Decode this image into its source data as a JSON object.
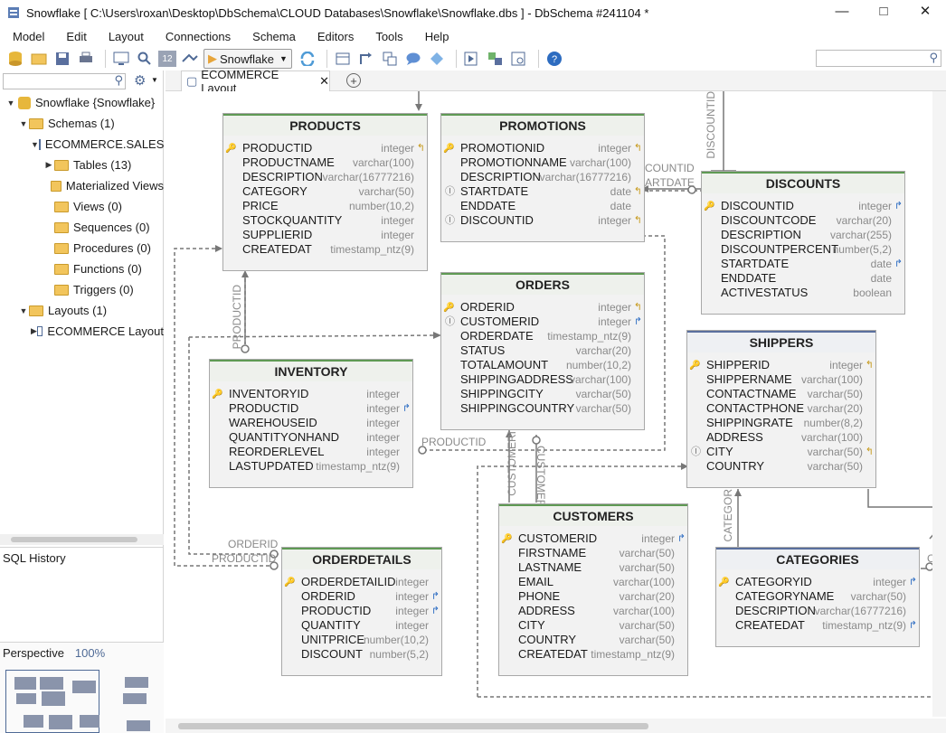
{
  "window": {
    "title": "Snowflake [ C:\\Users\\roxan\\Desktop\\DbSchema\\CLOUD Databases\\Snowflake\\Snowflake.dbs ] - DbSchema #241104 *"
  },
  "menu": [
    "Model",
    "Edit",
    "Layout",
    "Connections",
    "Schema",
    "Editors",
    "Tools",
    "Help"
  ],
  "toolbar": {
    "db_select": "Snowflake",
    "zoom_badge": "12"
  },
  "tree": [
    {
      "label": "Snowflake {Snowflake}",
      "indent": 0,
      "arrow": "▼",
      "icon": "db-icon"
    },
    {
      "label": "Schemas (1)",
      "indent": 1,
      "arrow": "▼",
      "icon": "folder-icon"
    },
    {
      "label": "ECOMMERCE.SALES",
      "indent": 2,
      "arrow": "▼",
      "icon": "schema-icon"
    },
    {
      "label": "Tables (13)",
      "indent": 3,
      "arrow": "▶",
      "icon": "folder-icon"
    },
    {
      "label": "Materialized Views",
      "indent": 3,
      "arrow": "",
      "icon": "folder-icon"
    },
    {
      "label": "Views (0)",
      "indent": 3,
      "arrow": "",
      "icon": "folder-icon"
    },
    {
      "label": "Sequences (0)",
      "indent": 3,
      "arrow": "",
      "icon": "folder-icon"
    },
    {
      "label": "Procedures (0)",
      "indent": 3,
      "arrow": "",
      "icon": "folder-icon"
    },
    {
      "label": "Functions (0)",
      "indent": 3,
      "arrow": "",
      "icon": "folder-icon"
    },
    {
      "label": "Triggers (0)",
      "indent": 3,
      "arrow": "",
      "icon": "folder-icon"
    },
    {
      "label": "Layouts (1)",
      "indent": 1,
      "arrow": "▼",
      "icon": "folder-icon"
    },
    {
      "label": "ECOMMERCE Layout",
      "indent": 2,
      "arrow": "▶",
      "icon": "layout-icon"
    }
  ],
  "panels": {
    "sql_history": "SQL History",
    "perspective": "Perspective",
    "perspective_zoom": "100%"
  },
  "tab": {
    "label": "ECOMMERCE Layout"
  },
  "relations": {
    "discountid_v": "DISCOUNTID",
    "countid": "COUNTID",
    "artdate": "ARTDATE",
    "productid_v": "PRODUCTID",
    "productid_h": "PRODUCTID",
    "orderid": "ORDERID",
    "productid_od": "PRODUCTID",
    "customeri_v": "CUSTOMERI",
    "customerid_v": "CUSTOMERI",
    "categor_v": "CATEGOR",
    "c_label": "C"
  },
  "entities": {
    "products": {
      "name": "PRODUCTS",
      "cols": [
        {
          "n": "PRODUCTID",
          "t": "integer",
          "key": true,
          "pkarrow": true
        },
        {
          "n": "PRODUCTNAME",
          "t": "varchar(100)"
        },
        {
          "n": "DESCRIPTION",
          "t": "varchar(16777216)"
        },
        {
          "n": "CATEGORY",
          "t": "varchar(50)"
        },
        {
          "n": "PRICE",
          "t": "number(10,2)"
        },
        {
          "n": "STOCKQUANTITY",
          "t": "integer"
        },
        {
          "n": "SUPPLIERID",
          "t": "integer"
        },
        {
          "n": "CREATEDAT",
          "t": "timestamp_ntz(9)"
        }
      ]
    },
    "promotions": {
      "name": "PROMOTIONS",
      "cols": [
        {
          "n": "PROMOTIONID",
          "t": "integer",
          "key": true,
          "pkarrow": true
        },
        {
          "n": "PROMOTIONNAME",
          "t": "varchar(100)"
        },
        {
          "n": "DESCRIPTION",
          "t": "varchar(16777216)"
        },
        {
          "n": "STARTDATE",
          "t": "date",
          "idx": true,
          "pkarrow": true
        },
        {
          "n": "ENDDATE",
          "t": "date"
        },
        {
          "n": "DISCOUNTID",
          "t": "integer",
          "idx": true,
          "pkarrow": true
        }
      ]
    },
    "discounts": {
      "name": "DISCOUNTS",
      "cols": [
        {
          "n": "DISCOUNTID",
          "t": "integer",
          "key": true,
          "fk": true
        },
        {
          "n": "DISCOUNTCODE",
          "t": "varchar(20)"
        },
        {
          "n": "DESCRIPTION",
          "t": "varchar(255)"
        },
        {
          "n": "DISCOUNTPERCENT",
          "t": "number(5,2)"
        },
        {
          "n": "STARTDATE",
          "t": "date",
          "fk": true
        },
        {
          "n": "ENDDATE",
          "t": "date"
        },
        {
          "n": "ACTIVESTATUS",
          "t": "boolean"
        }
      ]
    },
    "orders": {
      "name": "ORDERS",
      "cols": [
        {
          "n": "ORDERID",
          "t": "integer",
          "key": true,
          "pkarrow": true
        },
        {
          "n": "CUSTOMERID",
          "t": "integer",
          "idx": true,
          "fk": true
        },
        {
          "n": "ORDERDATE",
          "t": "timestamp_ntz(9)"
        },
        {
          "n": "STATUS",
          "t": "varchar(20)"
        },
        {
          "n": "TOTALAMOUNT",
          "t": "number(10,2)"
        },
        {
          "n": "SHIPPINGADDRESS",
          "t": "varchar(100)"
        },
        {
          "n": "SHIPPINGCITY",
          "t": "varchar(50)"
        },
        {
          "n": "SHIPPINGCOUNTRY",
          "t": "varchar(50)"
        }
      ]
    },
    "shippers": {
      "name": "SHIPPERS",
      "cols": [
        {
          "n": "SHIPPERID",
          "t": "integer",
          "key": true,
          "pkarrow": true
        },
        {
          "n": "SHIPPERNAME",
          "t": "varchar(100)"
        },
        {
          "n": "CONTACTNAME",
          "t": "varchar(50)"
        },
        {
          "n": "CONTACTPHONE",
          "t": "varchar(20)"
        },
        {
          "n": "SHIPPINGRATE",
          "t": "number(8,2)"
        },
        {
          "n": "ADDRESS",
          "t": "varchar(100)"
        },
        {
          "n": "CITY",
          "t": "varchar(50)",
          "idx": true,
          "pkarrow": true
        },
        {
          "n": "COUNTRY",
          "t": "varchar(50)"
        }
      ]
    },
    "inventory": {
      "name": "INVENTORY",
      "cols": [
        {
          "n": "INVENTORYID",
          "t": "integer",
          "key": true
        },
        {
          "n": "PRODUCTID",
          "t": "integer",
          "fk": true
        },
        {
          "n": "WAREHOUSEID",
          "t": "integer"
        },
        {
          "n": "QUANTITYONHAND",
          "t": "integer"
        },
        {
          "n": "REORDERLEVEL",
          "t": "integer"
        },
        {
          "n": "LASTUPDATED",
          "t": "timestamp_ntz(9)"
        }
      ]
    },
    "customers": {
      "name": "CUSTOMERS",
      "cols": [
        {
          "n": "CUSTOMERID",
          "t": "integer",
          "key": true,
          "fk": true
        },
        {
          "n": "FIRSTNAME",
          "t": "varchar(50)"
        },
        {
          "n": "LASTNAME",
          "t": "varchar(50)"
        },
        {
          "n": "EMAIL",
          "t": "varchar(100)"
        },
        {
          "n": "PHONE",
          "t": "varchar(20)"
        },
        {
          "n": "ADDRESS",
          "t": "varchar(100)"
        },
        {
          "n": "CITY",
          "t": "varchar(50)"
        },
        {
          "n": "COUNTRY",
          "t": "varchar(50)"
        },
        {
          "n": "CREATEDAT",
          "t": "timestamp_ntz(9)"
        }
      ]
    },
    "orderdetails": {
      "name": "ORDERDETAILS",
      "cols": [
        {
          "n": "ORDERDETAILID",
          "t": "integer",
          "key": true
        },
        {
          "n": "ORDERID",
          "t": "integer",
          "fk": true
        },
        {
          "n": "PRODUCTID",
          "t": "integer",
          "fk": true
        },
        {
          "n": "QUANTITY",
          "t": "integer"
        },
        {
          "n": "UNITPRICE",
          "t": "number(10,2)"
        },
        {
          "n": "DISCOUNT",
          "t": "number(5,2)"
        }
      ]
    },
    "categories": {
      "name": "CATEGORIES",
      "cols": [
        {
          "n": "CATEGORYID",
          "t": "integer",
          "key": true,
          "fk": true
        },
        {
          "n": "CATEGORYNAME",
          "t": "varchar(50)"
        },
        {
          "n": "DESCRIPTION",
          "t": "varchar(16777216)"
        },
        {
          "n": "CREATEDAT",
          "t": "timestamp_ntz(9)",
          "fk": true
        }
      ]
    }
  }
}
